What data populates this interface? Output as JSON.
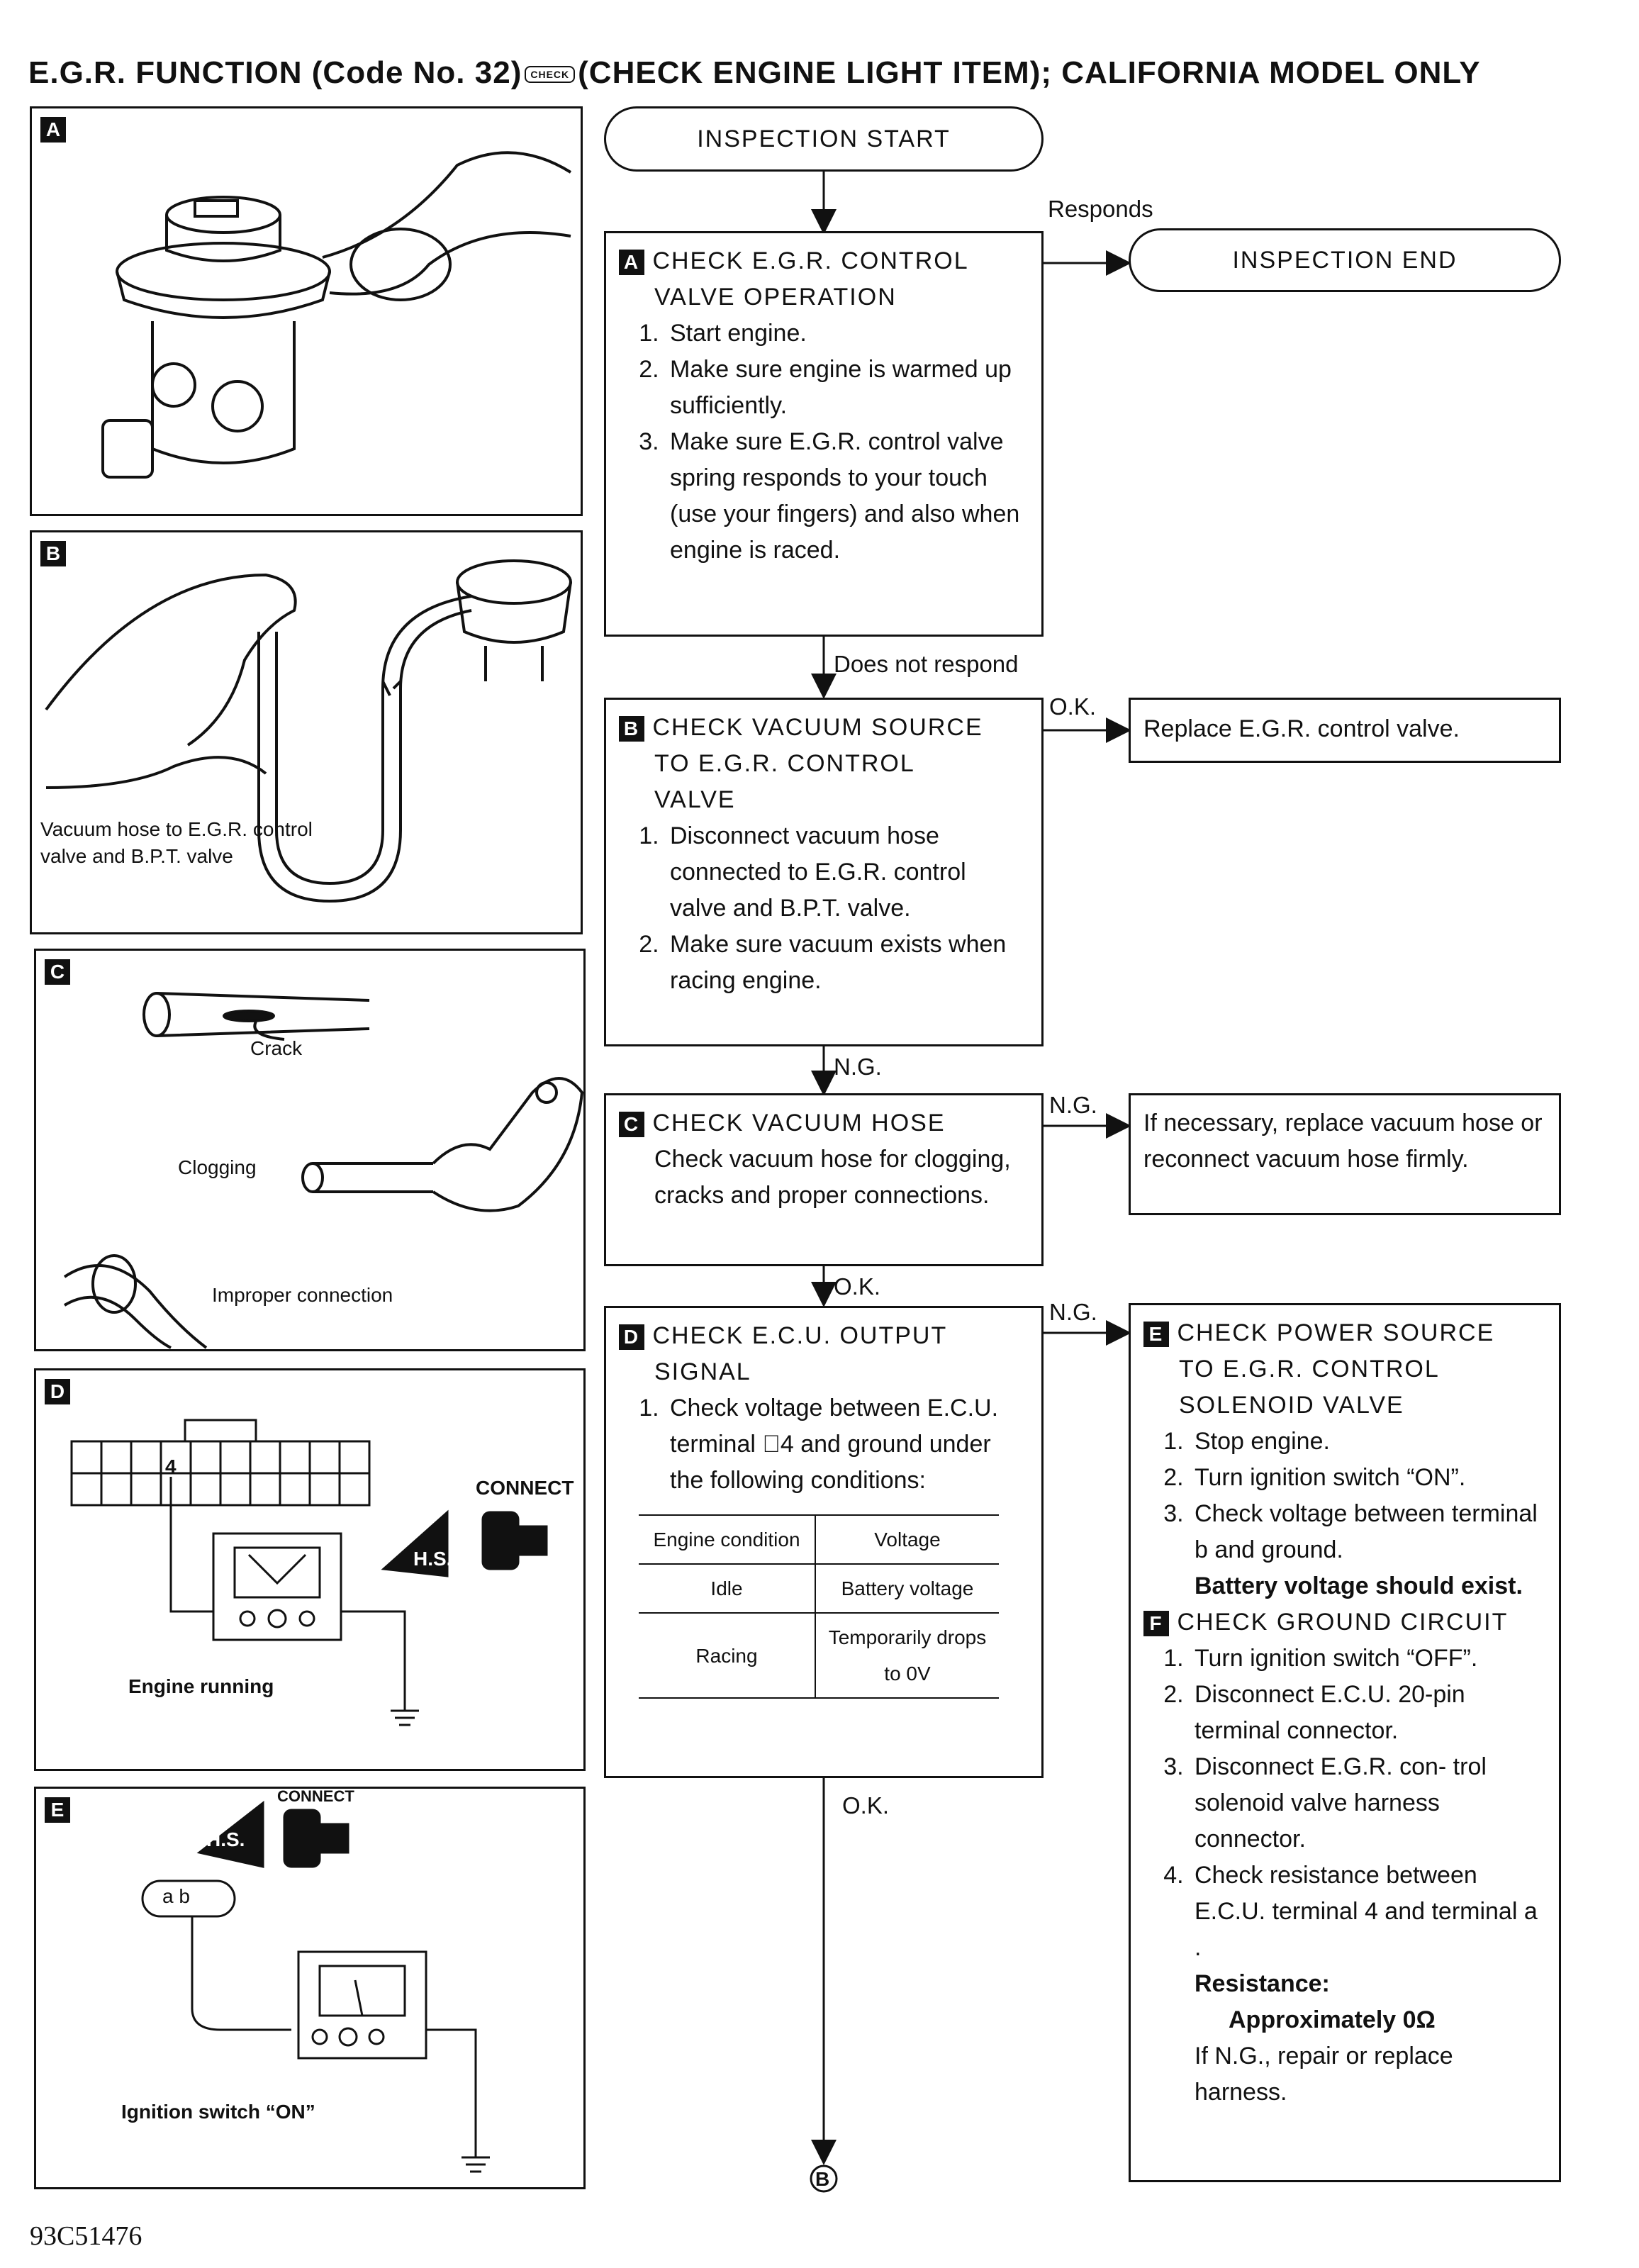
{
  "title": {
    "prefix": "E.G.R.  FUNCTION  (Code No. 32)",
    "icon_text": "CHECK",
    "suffix": "(CHECK ENGINE LIGHT ITEM); CALIFORNIA MODEL ONLY"
  },
  "panels": {
    "a": {
      "letter": "A"
    },
    "b": {
      "letter": "B",
      "label": "Vacuum hose to E.G.R. control valve and B.P.T. valve"
    },
    "c": {
      "letter": "C",
      "crack": "Crack",
      "clogging": "Clogging",
      "improper": "Improper connection"
    },
    "d": {
      "letter": "D",
      "caption": "Engine running",
      "hs": "H.S.",
      "connect": "CONNECT",
      "pin": "4"
    },
    "e": {
      "letter": "E",
      "caption": "Ignition switch “ON”",
      "hs": "H.S.",
      "connect": "CONNECT",
      "ab": "a b"
    }
  },
  "flow": {
    "start": "INSPECTION START",
    "end": "INSPECTION END",
    "responds": "Responds",
    "does_not_respond": "Does not respond",
    "ok1": "O.K.",
    "ng1": "N.G.",
    "ng2": "N.G.",
    "ok2": "O.K.",
    "ng3": "N.G.",
    "ok3": "O.K.",
    "goto": "B"
  },
  "step_a": {
    "letter": "A",
    "head1": "CHECK E.G.R. CONTROL",
    "head2": "VALVE OPERATION",
    "items": [
      "Start engine.",
      "Make sure engine is warmed up sufficiently.",
      "Make sure E.G.R. control valve spring responds to your touch (use your fingers) and also when engine is raced."
    ]
  },
  "step_b": {
    "letter": "B",
    "head1": "CHECK VACUUM SOURCE",
    "head2": "TO E.G.R. CONTROL",
    "head3": "VALVE",
    "items": [
      "Disconnect vacuum hose connected to E.G.R. control valve and B.P.T. valve.",
      "Make sure vacuum exists when racing engine."
    ],
    "result": "Replace E.G.R. control valve."
  },
  "step_c": {
    "letter": "C",
    "head": "CHECK VACUUM HOSE",
    "body": "Check vacuum hose for clogging, cracks and proper connections.",
    "result": "If necessary, replace vacuum hose or reconnect vacuum hose firmly."
  },
  "step_d": {
    "letter": "D",
    "head1": "CHECK E.C.U. OUTPUT",
    "head2": "SIGNAL",
    "item": "Check voltage between E.C.U. terminal ⃝4 and ground under the following conditions:",
    "table": {
      "headers": [
        "Engine condition",
        "Voltage"
      ],
      "rows": [
        [
          "Idle",
          "Battery voltage"
        ],
        [
          "Racing",
          "Temporarily drops to 0V"
        ]
      ]
    }
  },
  "step_e": {
    "letter": "E",
    "head1": "CHECK POWER SOURCE",
    "head2": "TO E.G.R. CONTROL",
    "head3": "SOLENOID VALVE",
    "items": [
      "Stop engine.",
      "Turn ignition switch “ON”.",
      "Check voltage between terminal  b  and ground."
    ],
    "note": "Battery voltage should exist."
  },
  "step_f": {
    "letter": "F",
    "head": "CHECK GROUND CIRCUIT",
    "items": [
      "Turn ignition switch “OFF”.",
      "Disconnect E.C.U. 20-pin terminal connector.",
      "Disconnect E.G.R. con- trol solenoid valve harness connector.",
      "Check resistance between E.C.U. terminal  4  and terminal  a ."
    ],
    "resistance_label": "Resistance:",
    "resistance_value": "Approximately 0Ω",
    "footer": "If N.G., repair or replace harness."
  },
  "figure_code": "93C51476"
}
